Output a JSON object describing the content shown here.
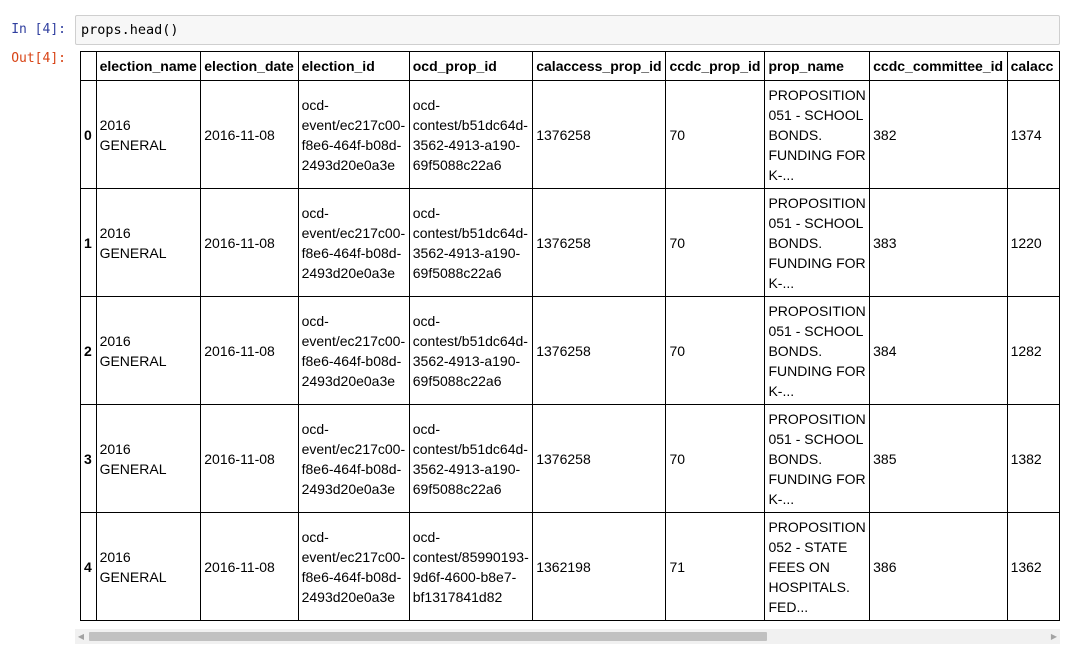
{
  "input_cell": {
    "prompt": "In [4]:",
    "code": "props.head()"
  },
  "output_cell": {
    "prompt": "Out[4]:"
  },
  "table": {
    "columns": [
      "",
      "election_name",
      "election_date",
      "election_id",
      "ocd_prop_id",
      "calaccess_prop_id",
      "ccdc_prop_id",
      "prop_name",
      "ccdc_committee_id",
      "calacc"
    ],
    "rows": [
      {
        "index": "0",
        "cells": [
          "2016 GENERAL",
          "2016-11-08",
          "ocd-event/ec217c00-f8e6-464f-b08d-2493d20e0a3e",
          "ocd-contest/b51dc64d-3562-4913-a190-69f5088c22a6",
          "1376258",
          "70",
          "PROPOSITION 051 - SCHOOL BONDS. FUNDING FOR K-...",
          "382",
          "1374"
        ]
      },
      {
        "index": "1",
        "cells": [
          "2016 GENERAL",
          "2016-11-08",
          "ocd-event/ec217c00-f8e6-464f-b08d-2493d20e0a3e",
          "ocd-contest/b51dc64d-3562-4913-a190-69f5088c22a6",
          "1376258",
          "70",
          "PROPOSITION 051 - SCHOOL BONDS. FUNDING FOR K-...",
          "383",
          "1220"
        ]
      },
      {
        "index": "2",
        "cells": [
          "2016 GENERAL",
          "2016-11-08",
          "ocd-event/ec217c00-f8e6-464f-b08d-2493d20e0a3e",
          "ocd-contest/b51dc64d-3562-4913-a190-69f5088c22a6",
          "1376258",
          "70",
          "PROPOSITION 051 - SCHOOL BONDS. FUNDING FOR K-...",
          "384",
          "1282"
        ]
      },
      {
        "index": "3",
        "cells": [
          "2016 GENERAL",
          "2016-11-08",
          "ocd-event/ec217c00-f8e6-464f-b08d-2493d20e0a3e",
          "ocd-contest/b51dc64d-3562-4913-a190-69f5088c22a6",
          "1376258",
          "70",
          "PROPOSITION 051 - SCHOOL BONDS. FUNDING FOR K-...",
          "385",
          "1382"
        ]
      },
      {
        "index": "4",
        "cells": [
          "2016 GENERAL",
          "2016-11-08",
          "ocd-event/ec217c00-f8e6-464f-b08d-2493d20e0a3e",
          "ocd-contest/85990193-9d6f-4600-b8e7-bf1317841d82",
          "1362198",
          "71",
          "PROPOSITION 052 - STATE FEES ON HOSPITALS. FED...",
          "386",
          "1362"
        ]
      }
    ]
  },
  "scrollbar": {
    "left_icon": "scroll-left-arrow-icon",
    "right_icon": "scroll-right-arrow-icon",
    "position_fraction": 0.0,
    "visible_fraction": 0.7
  }
}
